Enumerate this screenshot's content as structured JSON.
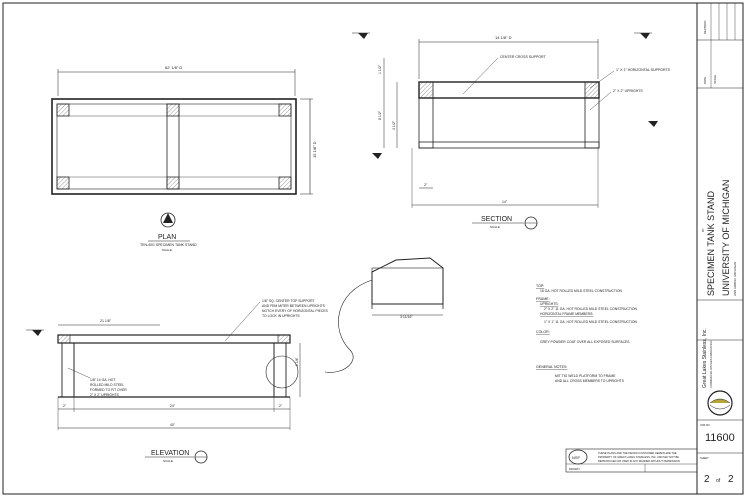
{
  "plan": {
    "title": "PLAN",
    "subtitle": "TEN-40G SPECIMEN TANK STAND",
    "scale": "SCALE",
    "overall_width": "62' 1/8\" D",
    "overall_depth": "15 1/8\" D"
  },
  "section": {
    "title": "SECTION",
    "scale": "SCALE",
    "top_width": "14 1/8\" D",
    "center_cross_support": "CENTER CROSS SUPPORT",
    "horizontal_supports": "1\" X 1\" HORIZONTAL SUPPORTS",
    "uprights": "2\" X 2\" UPRIGHTS",
    "height_total": "8 1/2\"",
    "height_lower": "4 1/2\"",
    "height_upper": "1 1/2\"",
    "leg_width": "2\"",
    "bottom_width": "14\""
  },
  "elevation": {
    "title": "ELEVATION",
    "scale": "SCALE",
    "top_dim": "21 1/8\"",
    "bottom_dim_center": "24\"",
    "bottom_dim_left": "2\"",
    "bottom_dim_right": "2\"",
    "overall": "40\"",
    "side_dim": "2 1/4\"",
    "note_center_support": "1/8\" SQ. CENTER TOP SUPPORT AND FEM MITER BETWEEN UPRIGHTS NOTCH EVERY OF HORIZONTAL PIECES TO LOCK IN UPRIGHTS",
    "note_sheet_steel": "1/8\" 14 GA. HOT ROLLED MILD STEEL FORMED TO FIT OVER 2\" X 2\" UPRIGHTS"
  },
  "detail": {
    "dim": "3 11/16\""
  },
  "notes": {
    "top_heading": "TOP:",
    "top_text": "16 GA. HOT ROLLED MILD STEEL CONSTRUCTION",
    "frame_heading": "FRAME:",
    "uprights_label": "UPRIGHTS:",
    "uprights_text": "2\" X 2\" 11 GA. HOT ROLLED MILD STEEL CONSTRUCTION",
    "horizontal_label": "HORIZONTAL FRAME MEMBERS:",
    "horizontal_text": "1\" X 1\" 11 GA. HOT ROLLED MILD STEEL CONSTRUCTION",
    "color_heading": "COLOR:",
    "color_text": "GREY POWDER COAT OVER ALL EXPOSED SURFACES",
    "general_heading": "GENERAL NOTES:",
    "general_text_1": "MIT TIG WELD PLATFORM TO FRAME",
    "general_text_2": "AND ALL CROSS MEMBERS TO UPRIGHTS"
  },
  "title_block": {
    "drawing_title": "SPECIMEN TANK STAND",
    "client": "UNIVERSITY OF MICHIGAN",
    "client_sub": "ANN ARBOR, MICHIGAN",
    "company": "Great Lakes Stainless, Inc.",
    "company_sub": "COMMERCIAL KITCHEN FABRICATION",
    "job_number": "11600",
    "sheet_number": "2",
    "sheet_of": "of",
    "sheet_total": "2",
    "job_label": "JOB NO.",
    "sheet_label": "SHEET",
    "revision_label": "REVISION",
    "drawn_label": "DRAWN",
    "date_label": "DATE",
    "scale_label": "SCALE",
    "by_label": "BY",
    "nsf": "NSF",
    "disclaimer": "THESE PLANS AND THE DESIGN CONTAINED HEREIN ARE THE PROPERTY OF GREAT LAKES STAINLESS, INC. AND MAY NOT BE REPRODUCED OR USED IN ANY MANNER WITHOUT WRITTEN PERMISSION."
  }
}
